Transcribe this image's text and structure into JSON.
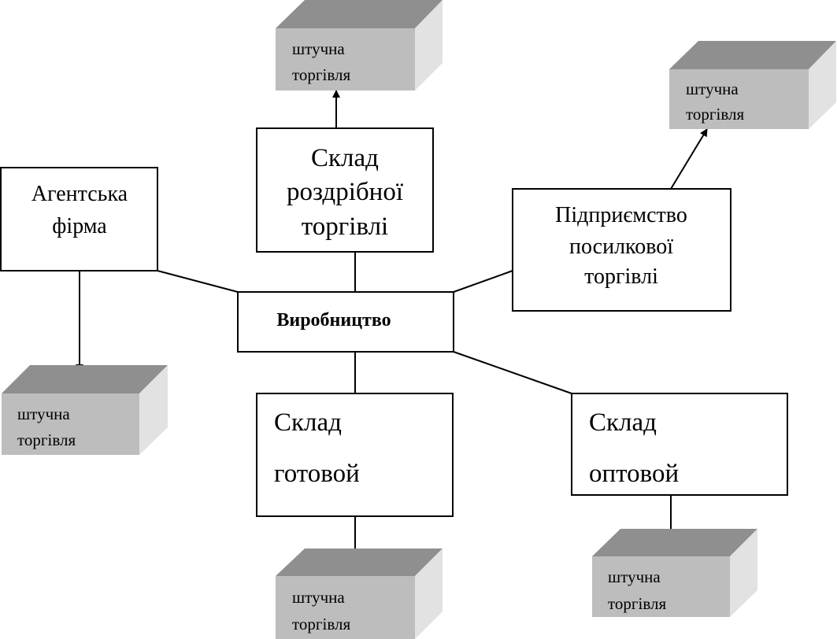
{
  "center": {
    "label": "Виробництво"
  },
  "nodes": {
    "retail_warehouse": {
      "lines": [
        "Склад",
        "роздрібної",
        "торгівлі"
      ]
    },
    "agency": {
      "lines": [
        "Агентська",
        "фірма"
      ]
    },
    "mail_order": {
      "lines": [
        "Підприємство",
        "посилкової",
        "торгівлі"
      ]
    },
    "finished_warehouse": {
      "lines": [
        "Склад",
        "готовой"
      ]
    },
    "wholesale_warehouse": {
      "lines": [
        "Склад",
        "оптовой"
      ]
    }
  },
  "cubes": {
    "top": {
      "line1": "штучна",
      "line2": "торгівля"
    },
    "top_right": {
      "line1": "штучна",
      "line2": "торгівля"
    },
    "left": {
      "line1": "штучна",
      "line2": "торгівля"
    },
    "bottom": {
      "line1": "штучна",
      "line2": "торгівля"
    },
    "bottom_right": {
      "line1": "штучна",
      "line2": "торгівля"
    }
  }
}
